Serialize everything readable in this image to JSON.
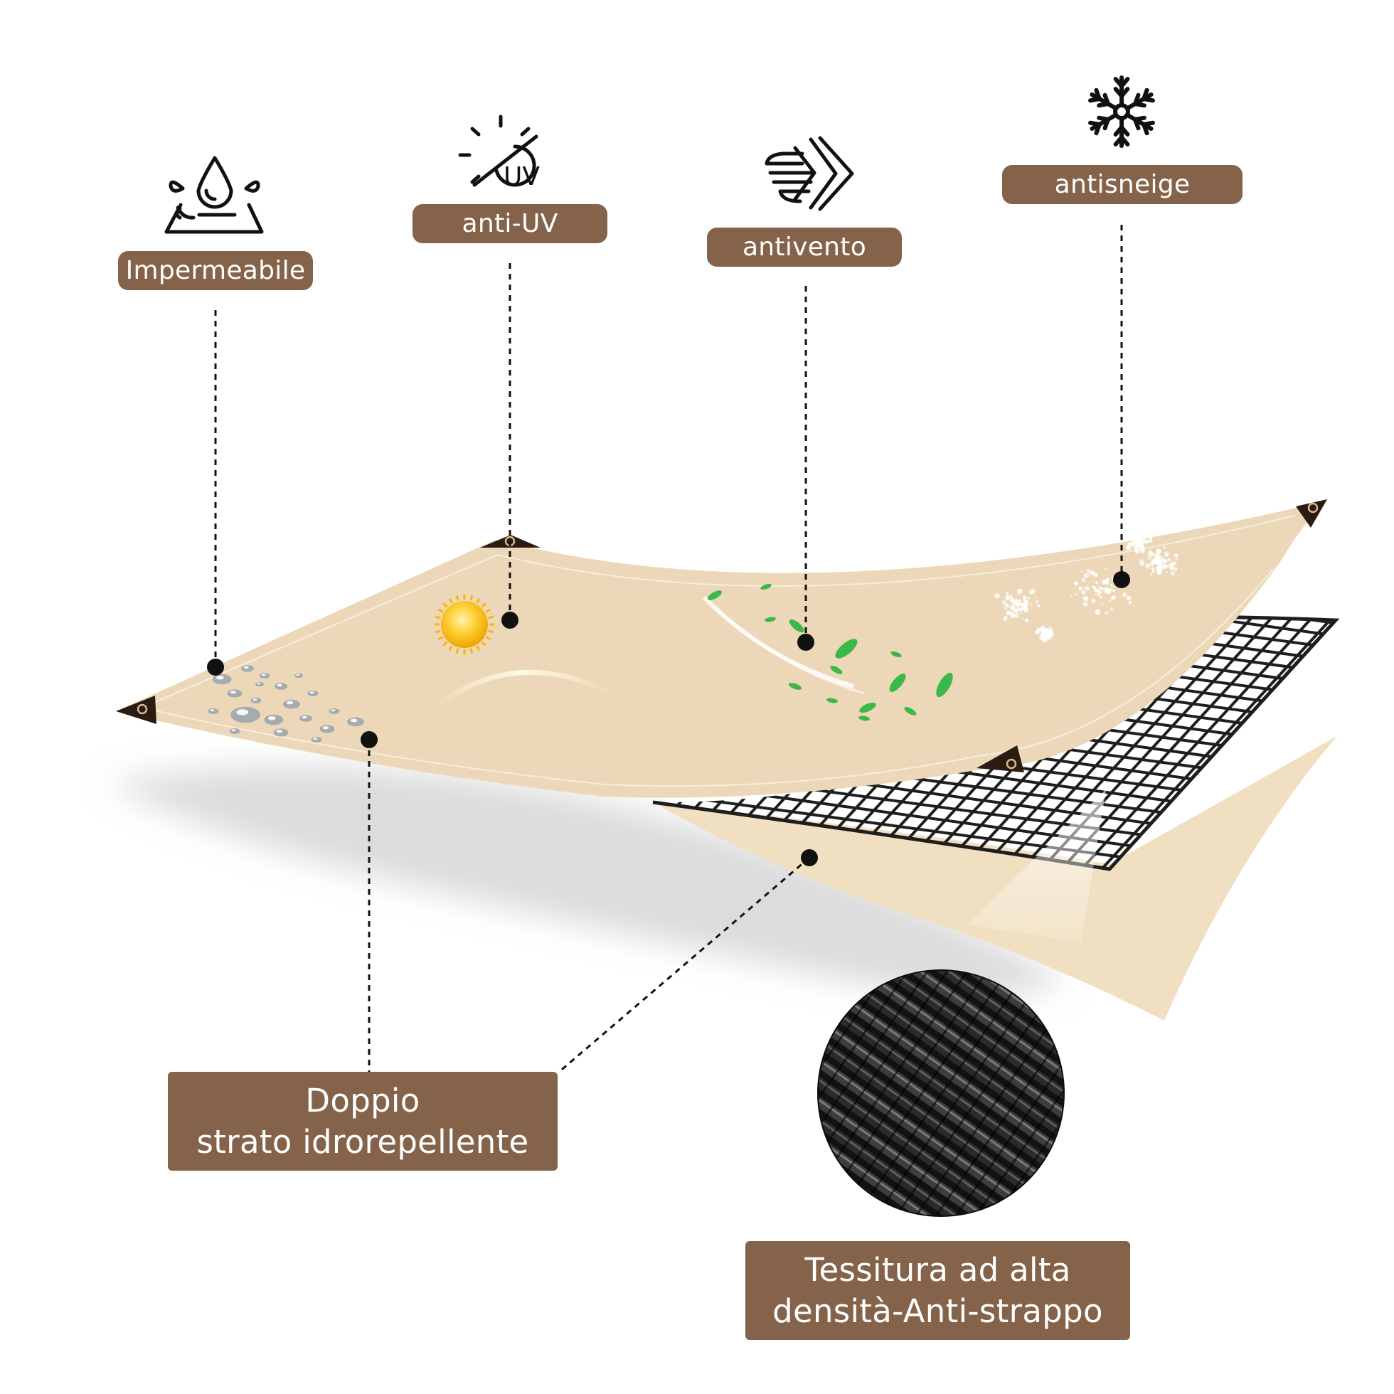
{
  "features": {
    "waterproof": {
      "label": "Impermeabile",
      "icon": "water-drop-icon"
    },
    "anti_uv": {
      "label": "anti-UV",
      "icon": "sun-uv-icon",
      "icon_text": "UV"
    },
    "windproof": {
      "label": "antivento",
      "icon": "wind-icon"
    },
    "snowproof": {
      "label": "antisneige",
      "icon": "snowflake-icon"
    }
  },
  "callouts": {
    "double_layer": {
      "line1": "Doppio",
      "line2": "strato idrorepellente"
    },
    "weave": {
      "line1": "Tessitura ad alta",
      "line2": "densità-Anti-strappo"
    }
  },
  "colors": {
    "badge": "#84634a",
    "tarp": "#ecd8b8",
    "tarp_lower": "#f1dfc1",
    "grommet": "#2a1c12",
    "grid": "#1e1e1e",
    "dot": "#111111"
  }
}
